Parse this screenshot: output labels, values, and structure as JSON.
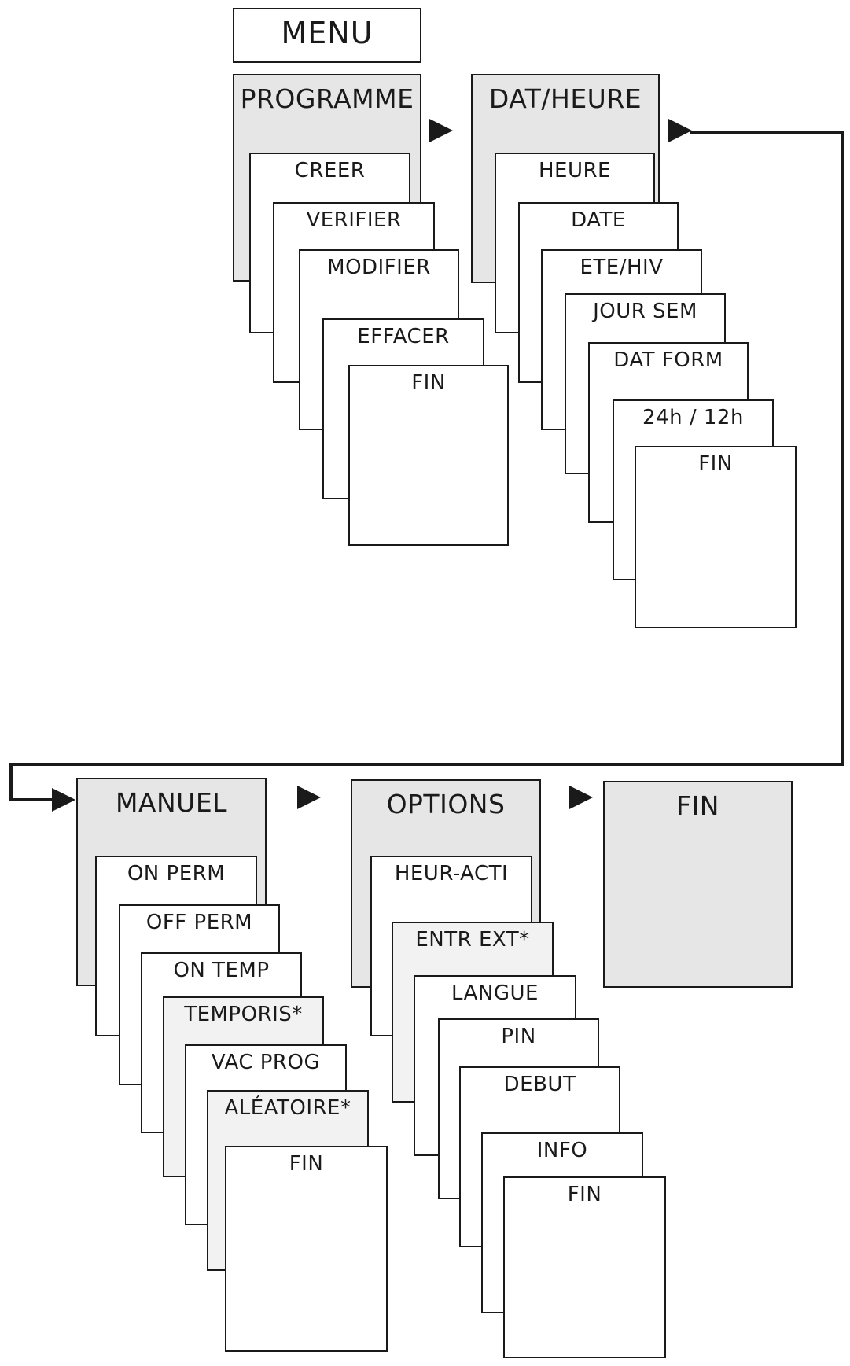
{
  "menu": {
    "title": "MENU"
  },
  "programme": {
    "header": "PROGRAMME",
    "items": [
      "CREER",
      "VERIFIER",
      "MODIFIER",
      "EFFACER",
      "FIN"
    ]
  },
  "dat_heure": {
    "header": "DAT/HEURE",
    "items": [
      "HEURE",
      "DATE",
      "ETE/HIV",
      "JOUR SEM",
      "DAT FORM",
      "24h / 12h",
      "FIN"
    ]
  },
  "manuel": {
    "header": "MANUEL",
    "items": [
      "ON PERM",
      "OFF PERM",
      "ON TEMP",
      "TEMPORIS*",
      "VAC PROG",
      "ALÉATOIRE*",
      "FIN"
    ]
  },
  "options": {
    "header": "OPTIONS",
    "items": [
      "HEUR-ACTI",
      "ENTR EXT*",
      "LANGUE",
      "PIN",
      "DEBUT",
      "INFO",
      "FIN"
    ]
  },
  "fin_block": {
    "header": "FIN"
  },
  "colors": {
    "line": "#1a1a1a",
    "header_fill": "#e6e6e6",
    "asterisk_item_fill": "#f2f2f2",
    "card_fill": "#ffffff"
  }
}
